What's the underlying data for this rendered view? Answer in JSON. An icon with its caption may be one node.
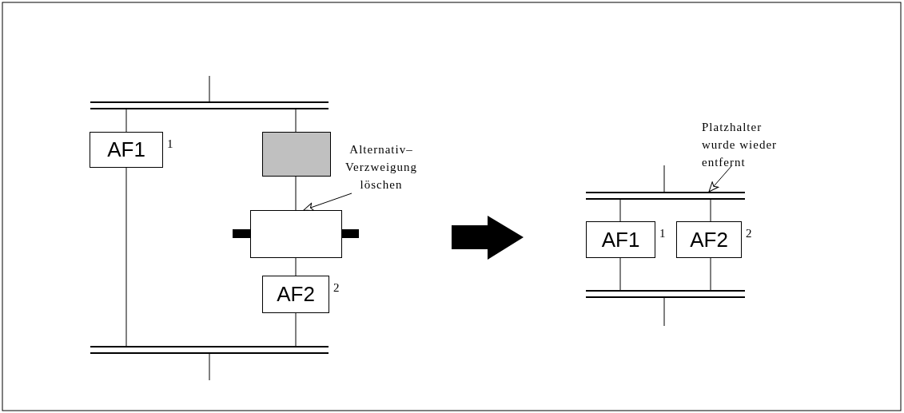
{
  "diagram": {
    "nodes": [
      {
        "text": [],
        "shape": "bar"
      },
      {
        "text": [
          "AF1"
        ],
        "beside": [
          "1"
        ]
      },
      {
        "text": [],
        "shape": "box"
      },
      {
        "text": [],
        "shape": "box"
      },
      {
        "text": [
          "AF2"
        ],
        "beside": [
          "2"
        ]
      },
      {
        "text": [],
        "shape": "bar"
      },
      {
        "text": [
          "Alternativ– Verzweigung löschen"
        ]
      },
      {
        "text": [],
        "shape": "bar"
      },
      {
        "text": [
          "AF1"
        ],
        "beside": [
          "1"
        ]
      },
      {
        "text": [
          "AF2"
        ],
        "beside": [
          "2"
        ]
      },
      {
        "text": [],
        "shape": "bar"
      },
      {
        "text": [
          "Platzhalter wurde wieder entfernt"
        ]
      }
    ],
    "edges": [
      {
        "from": null,
        "to": 0,
        "arrow": "none"
      },
      {
        "from": 0,
        "to": 1,
        "arrow": "none"
      },
      {
        "from": 1,
        "to": 5,
        "arrow": "none"
      },
      {
        "from": 0,
        "to": 2,
        "arrow": "none"
      },
      {
        "from": 2,
        "to": 3,
        "arrow": "none"
      },
      {
        "from": 3,
        "to": 4,
        "arrow": "none"
      },
      {
        "from": 4,
        "to": 5,
        "arrow": "none"
      },
      {
        "from": 5,
        "to": null,
        "arrow": "none"
      },
      {
        "from": 6,
        "to": 3,
        "arrow": "to"
      },
      {
        "from": null,
        "to": 7,
        "arrow": "none"
      },
      {
        "from": 7,
        "to": 8,
        "arrow": "none"
      },
      {
        "from": 7,
        "to": 9,
        "arrow": "none"
      },
      {
        "from": 8,
        "to": 10,
        "arrow": "none"
      },
      {
        "from": 9,
        "to": 10,
        "arrow": "none"
      },
      {
        "from": 10,
        "to": null,
        "arrow": "none"
      },
      {
        "from": 11,
        "to": 7,
        "arrow": "to"
      }
    ]
  }
}
